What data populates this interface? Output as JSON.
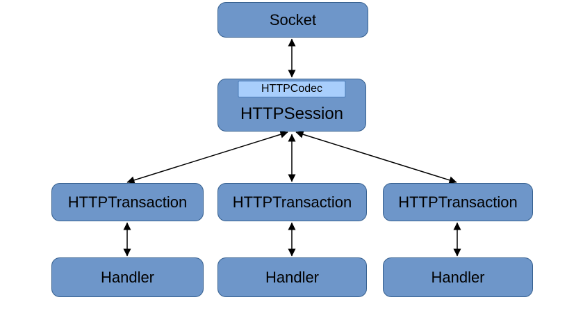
{
  "diagram": {
    "nodes": {
      "socket": {
        "label": "Socket"
      },
      "session": {
        "label": "HTTPSession"
      },
      "codec": {
        "label": "HTTPCodec"
      },
      "transactions": [
        {
          "label": "HTTPTransaction"
        },
        {
          "label": "HTTPTransaction"
        },
        {
          "label": "HTTPTransaction"
        }
      ],
      "handlers": [
        {
          "label": "Handler"
        },
        {
          "label": "Handler"
        },
        {
          "label": "Handler"
        }
      ]
    },
    "edges": [
      {
        "from": "socket",
        "to": "session",
        "type": "bidirectional"
      },
      {
        "from": "session",
        "to": "transaction-1",
        "type": "bidirectional"
      },
      {
        "from": "session",
        "to": "transaction-2",
        "type": "bidirectional"
      },
      {
        "from": "session",
        "to": "transaction-3",
        "type": "bidirectional"
      },
      {
        "from": "transaction-1",
        "to": "handler-1",
        "type": "bidirectional"
      },
      {
        "from": "transaction-2",
        "to": "handler-2",
        "type": "bidirectional"
      },
      {
        "from": "transaction-3",
        "to": "handler-3",
        "type": "bidirectional"
      }
    ],
    "colors": {
      "background": "#FFFFFF",
      "node_fill": "#6E96C9",
      "node_border": "#36608F",
      "codec_fill": "#A8CEFC",
      "codec_border": "#4A7CB8",
      "arrow": "#000000",
      "text": "#000000"
    }
  }
}
